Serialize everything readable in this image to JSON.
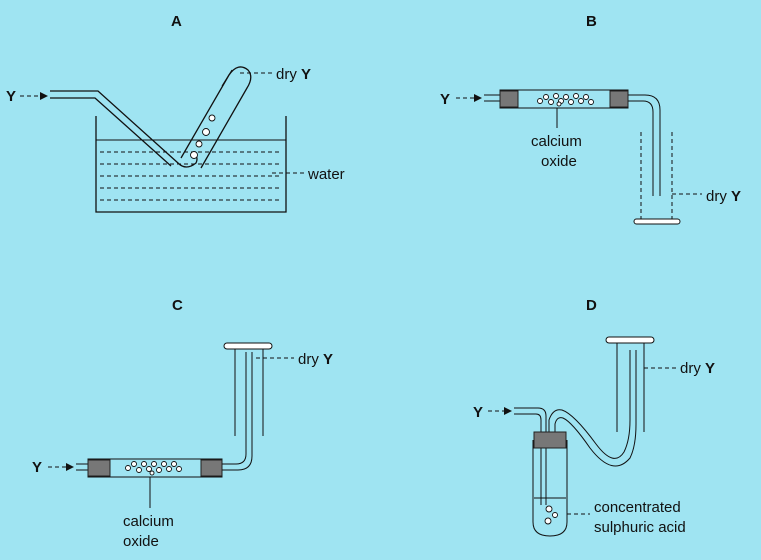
{
  "labels": {
    "A": "A",
    "B": "B",
    "C": "C",
    "D": "D"
  },
  "text": {
    "gas": "Y",
    "dry": "dry ",
    "water": "water",
    "calcium": "calcium",
    "oxide": "oxide",
    "concentrated": "concentrated",
    "sulphuric_acid": "sulphuric acid"
  },
  "colors": {
    "background": "#9fe4f2",
    "ink": "#111111",
    "stopper": "#777777"
  }
}
